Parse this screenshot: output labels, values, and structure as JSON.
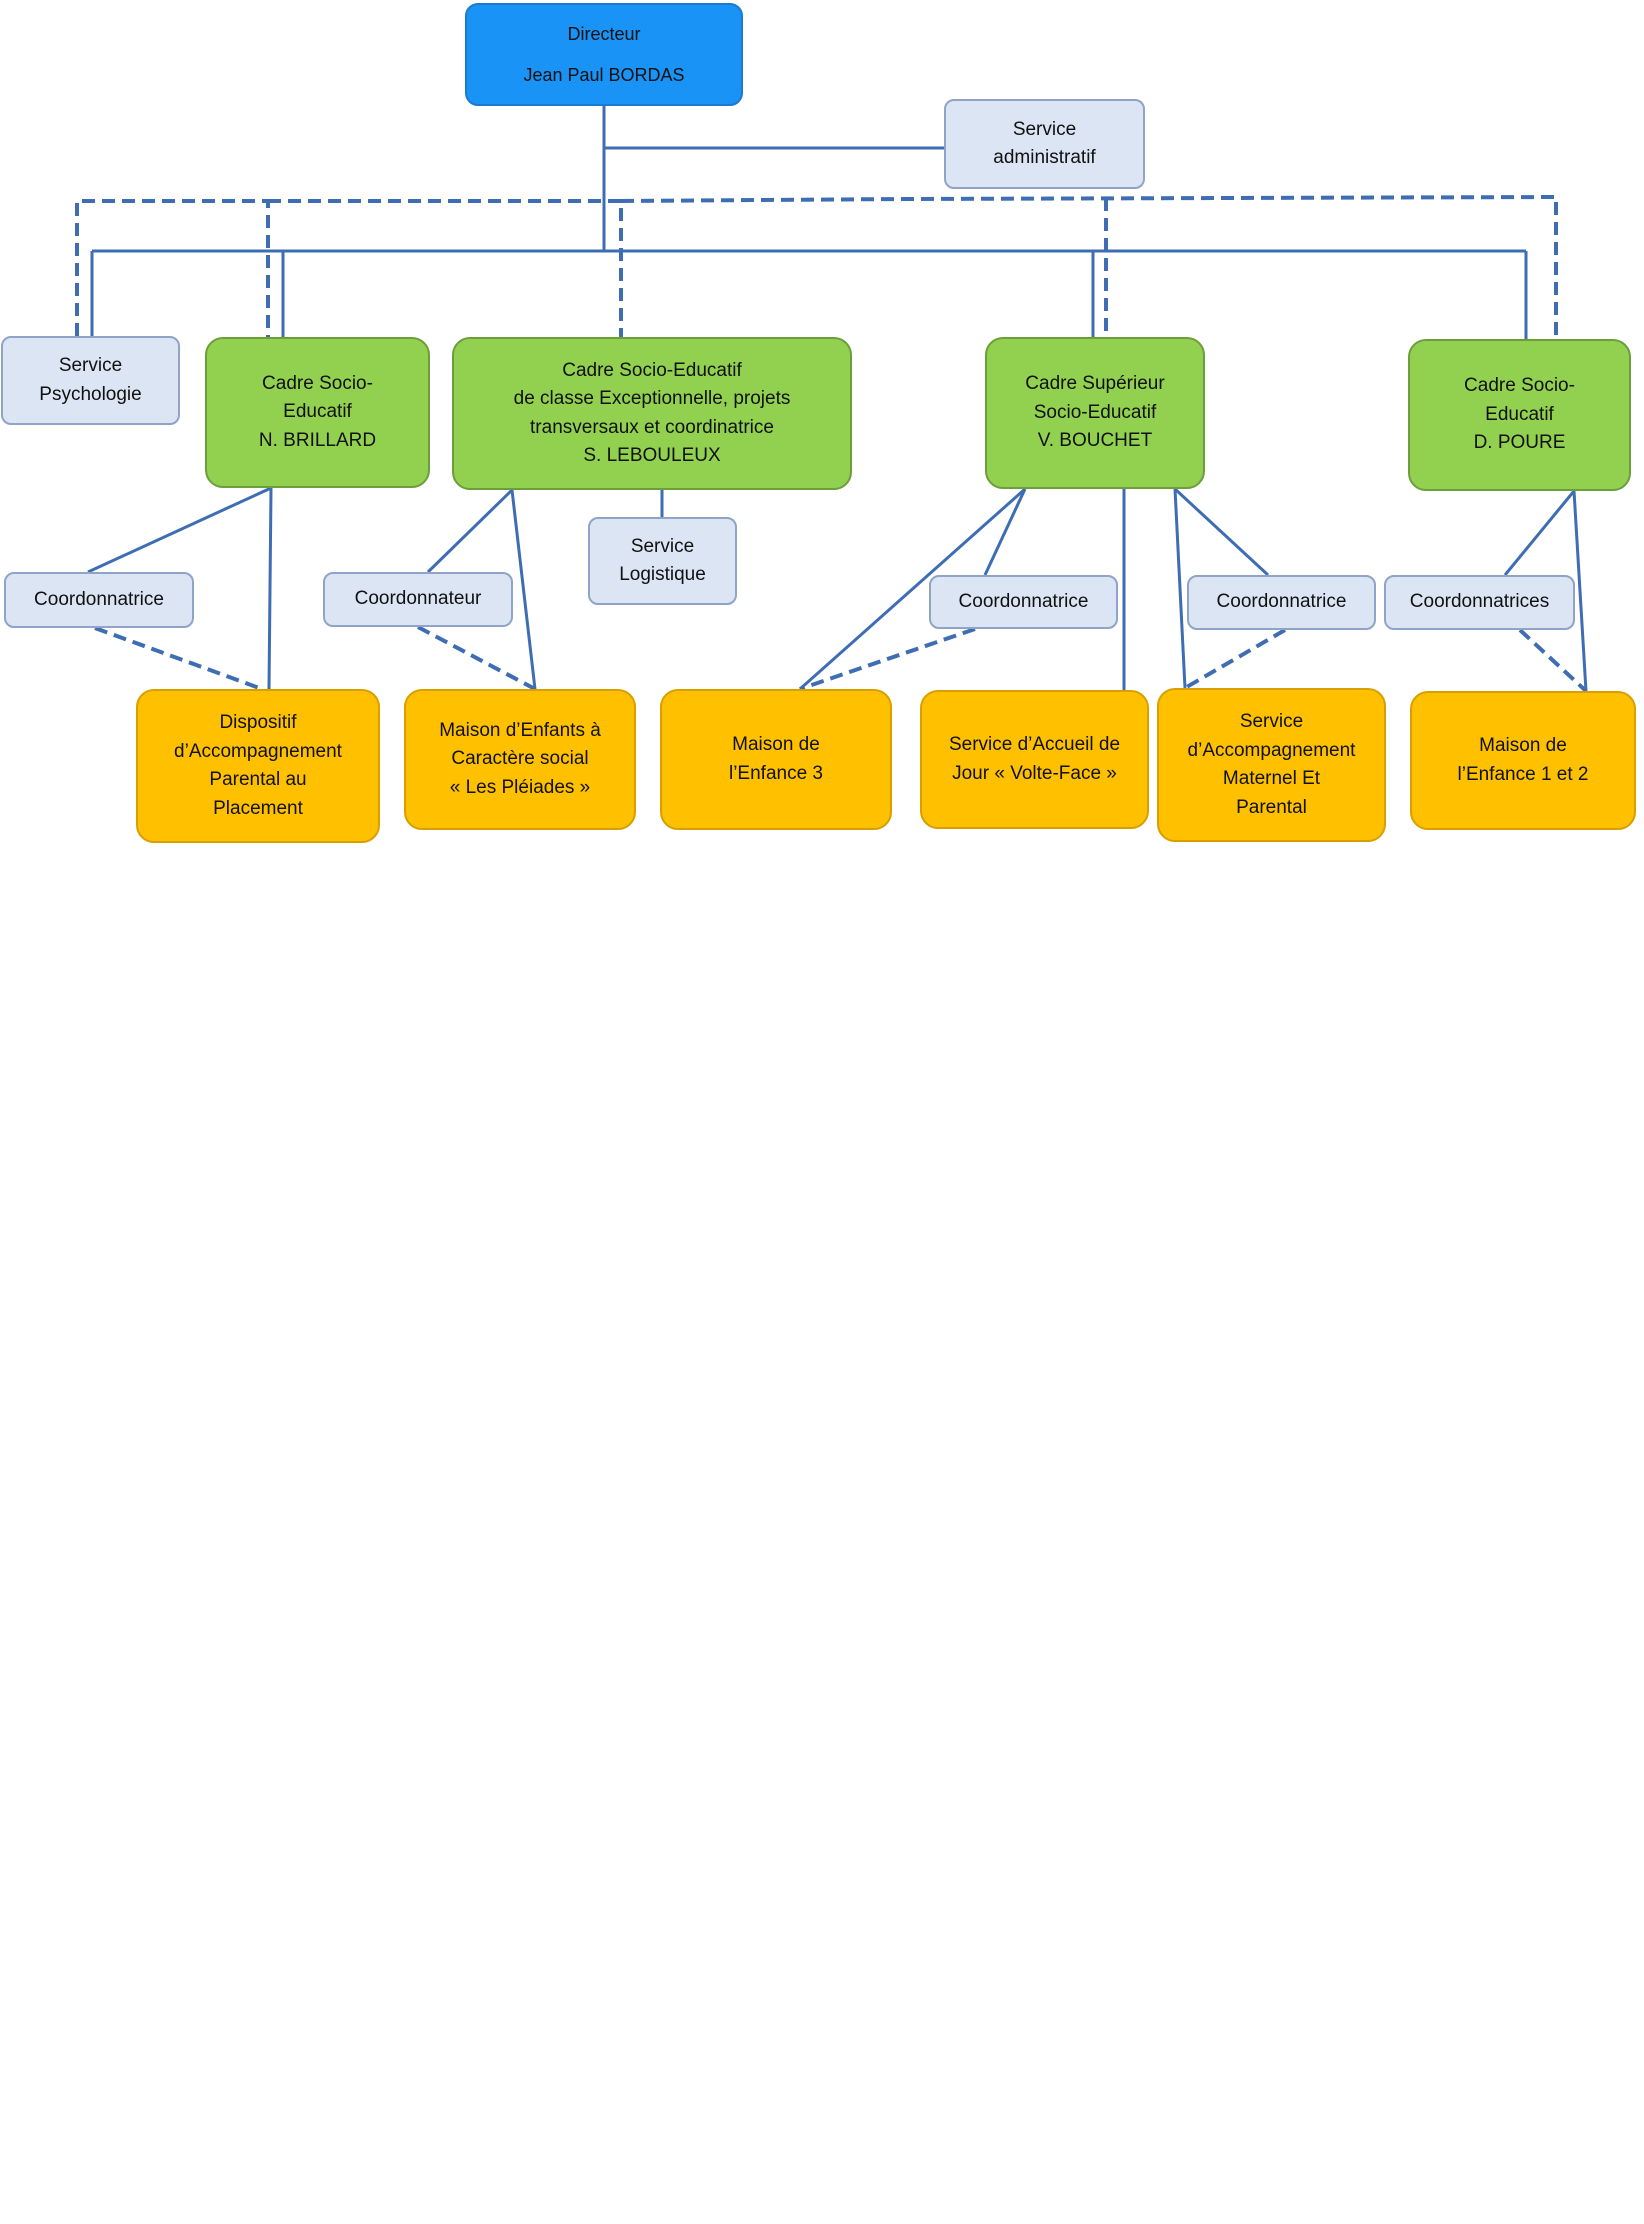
{
  "colors": {
    "director": "#1993f5",
    "service": "#dbe5f3",
    "cadre": "#92d050",
    "structure": "#ffc000",
    "connector": "#3e6db4"
  },
  "nodes": {
    "directeur": [
      "Directeur",
      "Jean Paul BORDAS"
    ],
    "service_administratif": [
      "Service",
      "administratif"
    ],
    "service_psychologie": [
      "Service",
      "Psychologie"
    ],
    "cadre_brillard": [
      "Cadre Socio-",
      "Educatif",
      "N. BRILLARD"
    ],
    "cadre_lebouleux": [
      "Cadre Socio-Educatif",
      "de classe Exceptionnelle, projets",
      "transversaux et coordinatrice",
      "S. LEBOULEUX"
    ],
    "cadre_bouchet": [
      "Cadre Supérieur",
      "Socio-Educatif",
      "V. BOUCHET"
    ],
    "cadre_poure": [
      "Cadre Socio-",
      "Educatif",
      "D. POURE"
    ],
    "service_logistique": [
      "Service",
      "Logistique"
    ],
    "coord_brillard": [
      "Coordonnatrice"
    ],
    "coord_lebouleux": [
      "Coordonnateur"
    ],
    "coord_bouchet_1": [
      "Coordonnatrice"
    ],
    "coord_bouchet_2": [
      "Coordonnatrice"
    ],
    "coord_poure": [
      "Coordonnatrices"
    ],
    "dispositif": [
      "Dispositif",
      "d’Accompagnement",
      "Parental au",
      "Placement"
    ],
    "maison_enfants": [
      "Maison d’Enfants à",
      "Caractère social",
      "« Les Pléiades »"
    ],
    "maison_enfance_3": [
      "Maison de",
      "l’Enfance 3"
    ],
    "service_accueil": [
      "Service d’Accueil de",
      "Jour « Volte-Face »"
    ],
    "service_accompagnement": [
      "Service",
      "d’Accompagnement",
      "Maternel Et",
      "Parental"
    ],
    "maison_enfance_1_2": [
      "Maison de",
      "l’Enfance 1 et 2"
    ]
  }
}
